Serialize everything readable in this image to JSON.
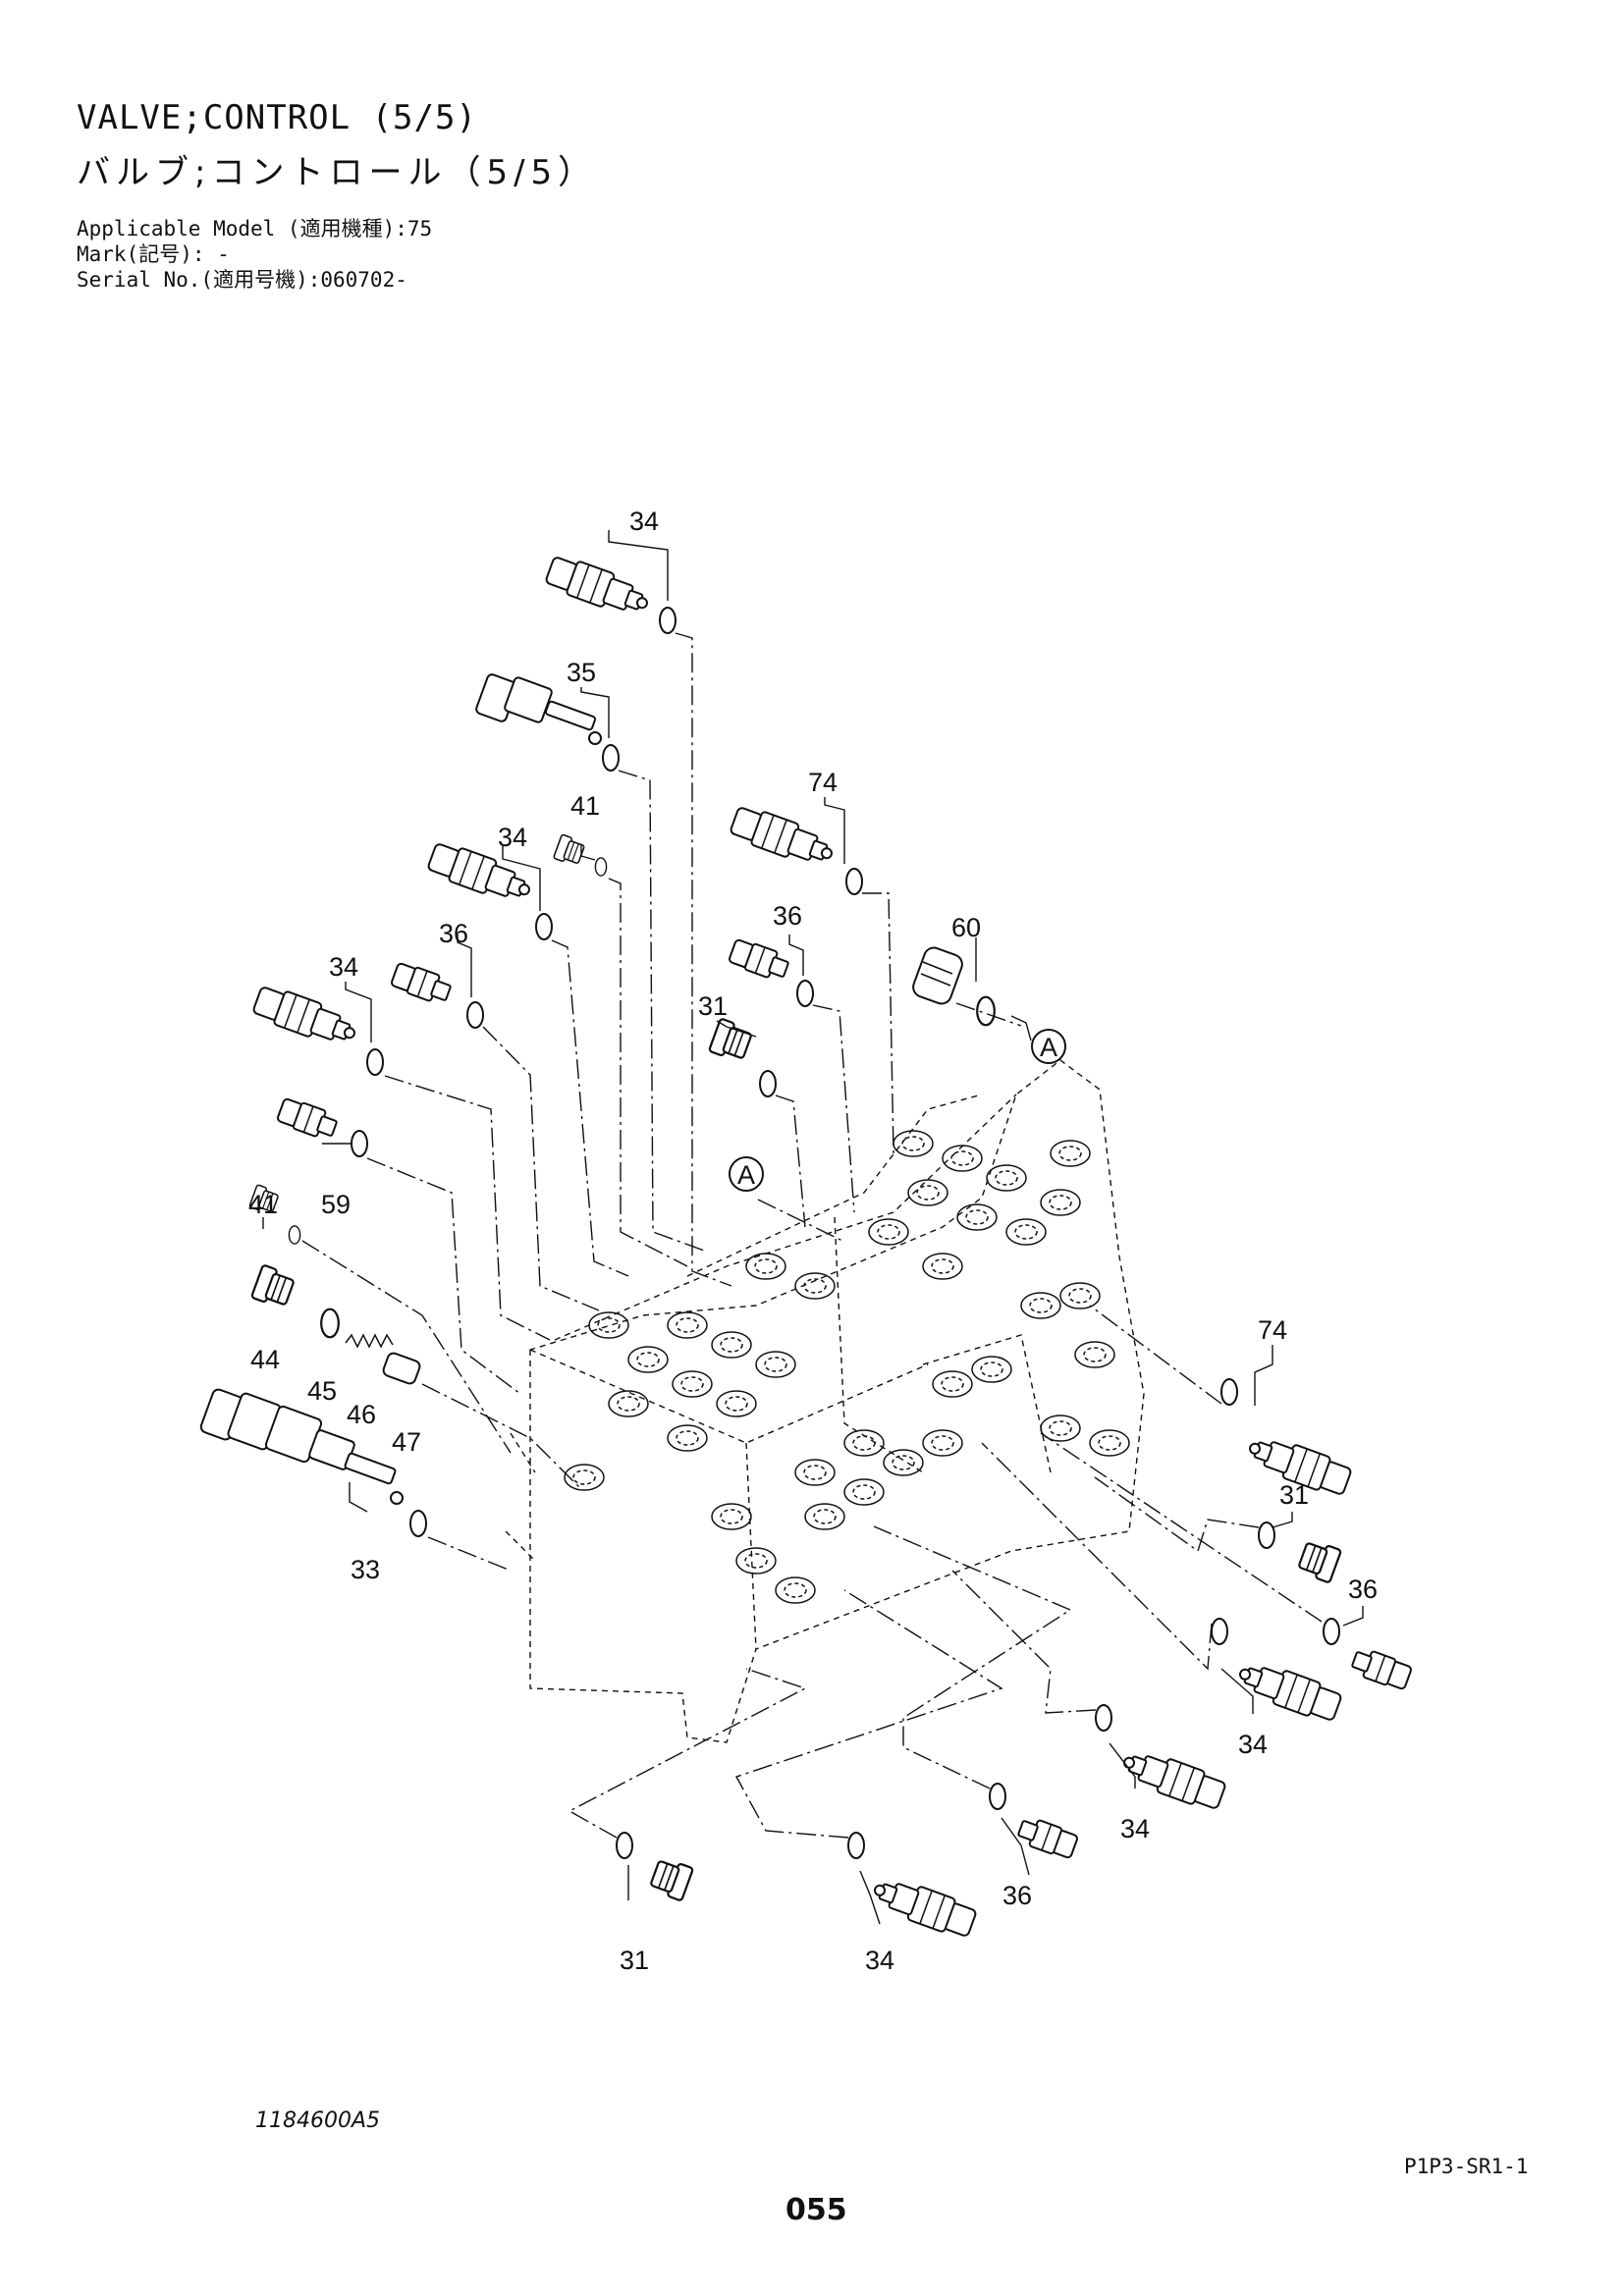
{
  "header": {
    "title_en": "VALVE;CONTROL (5/5)",
    "title_jp": "バルブ;コントロール（5/5）",
    "applicable_model": "Applicable Model (適用機種):75",
    "mark": "Mark(記号): -",
    "serial_no": "Serial No.(適用号機):060702-"
  },
  "diagram": {
    "callouts": [
      "34",
      "35",
      "74",
      "41",
      "34",
      "36",
      "60",
      "A",
      "36",
      "34",
      "31",
      "A",
      "41",
      "59",
      "44",
      "45",
      "46",
      "47",
      "33",
      "74",
      "31",
      "36",
      "34",
      "34",
      "36",
      "31",
      "34"
    ]
  },
  "footer": {
    "diagram_code": "1184600A5",
    "reference_code": "P1P3-SR1-1",
    "page_number": "055"
  }
}
